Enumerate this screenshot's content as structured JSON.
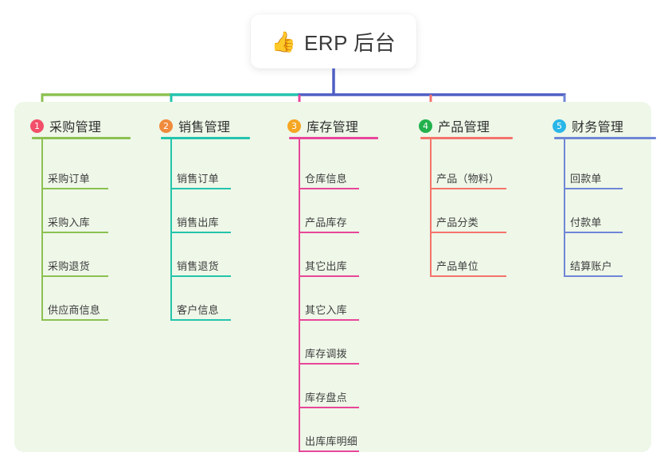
{
  "title": {
    "icon": "thumbs-up-icon",
    "emoji": "👍",
    "text": "ERP 后台"
  },
  "theme": {
    "panel_bg": "#eef7e8",
    "page_bg": "#ffffff",
    "trunk": "#4f5ec4",
    "title_text": "#3a3a3a"
  },
  "columns": [
    {
      "index": "1",
      "title": "采购管理",
      "badge_color": "#f2506a",
      "line_color": "#8cc152",
      "items": [
        {
          "label": "采购订单"
        },
        {
          "label": "采购入库"
        },
        {
          "label": "采购退货"
        },
        {
          "label": "供应商信息"
        }
      ]
    },
    {
      "index": "2",
      "title": "销售管理",
      "badge_color": "#f08a3c",
      "line_color": "#23c4ac",
      "items": [
        {
          "label": "销售订单"
        },
        {
          "label": "销售出库"
        },
        {
          "label": "销售退货"
        },
        {
          "label": "客户信息"
        }
      ]
    },
    {
      "index": "3",
      "title": "库存管理",
      "badge_color": "#f5a623",
      "line_color": "#e8469a",
      "items": [
        {
          "label": "仓库信息"
        },
        {
          "label": "产品库存"
        },
        {
          "label": "其它出库"
        },
        {
          "label": "其它入库"
        },
        {
          "label": "库存调拨"
        },
        {
          "label": "库存盘点"
        },
        {
          "label": "出库库明细"
        }
      ]
    },
    {
      "index": "4",
      "title": "产品管理",
      "badge_color": "#22b14c",
      "line_color": "#f4736b",
      "items": [
        {
          "label": "产品（物料）"
        },
        {
          "label": "产品分类"
        },
        {
          "label": "产品单位"
        }
      ]
    },
    {
      "index": "5",
      "title": "财务管理",
      "badge_color": "#29b6e8",
      "line_color": "#6f86d6",
      "items": [
        {
          "label": "回款单"
        },
        {
          "label": "付款单"
        },
        {
          "label": "结算账户"
        }
      ]
    }
  ]
}
